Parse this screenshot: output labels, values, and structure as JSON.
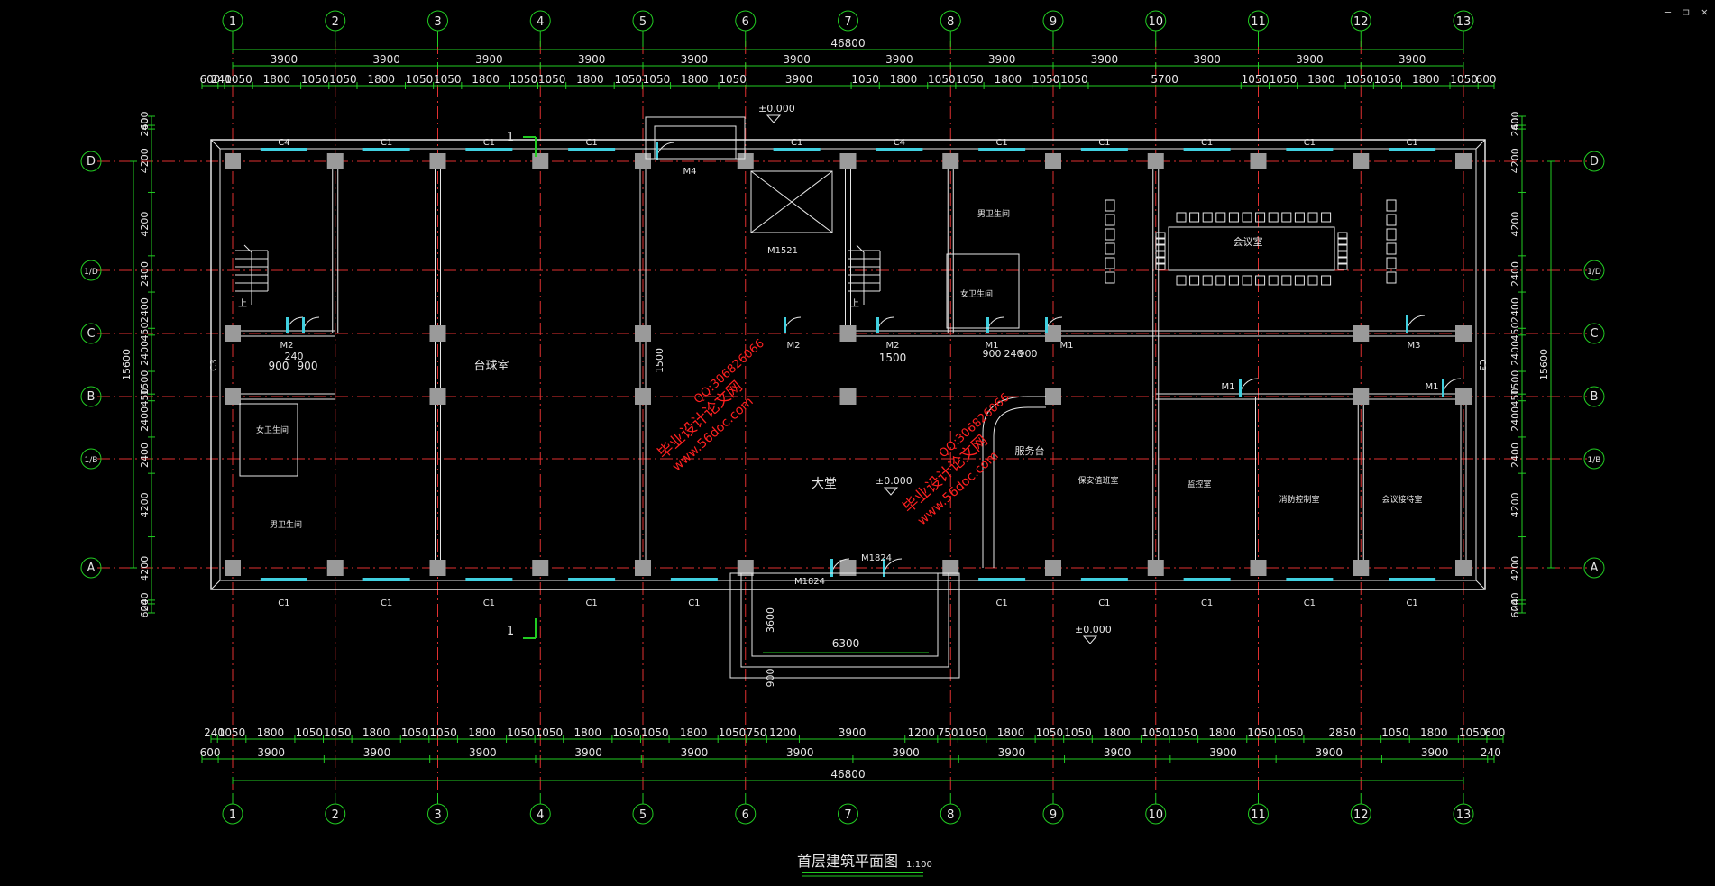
{
  "window": {
    "minimize": "—",
    "restore": "❐",
    "close": "✕"
  },
  "drawing": {
    "title": "首层建筑平面图",
    "scale": "1:100",
    "column_axes": [
      "1",
      "2",
      "3",
      "4",
      "5",
      "6",
      "7",
      "8",
      "9",
      "10",
      "11",
      "12",
      "13"
    ],
    "row_axes": [
      "D",
      "1/D",
      "C",
      "B",
      "1/B",
      "A"
    ],
    "total_length": "46800",
    "total_width": "15600",
    "bay_dims": [
      "3900",
      "3900",
      "3900",
      "3900",
      "3900",
      "3900",
      "3900",
      "3900",
      "3900",
      "3900",
      "3900",
      "3900"
    ],
    "top_detail_dims": [
      "600",
      "240",
      "1050",
      "1800",
      "1050",
      "1050",
      "1800",
      "1050",
      "1050",
      "1800",
      "1050",
      "1050",
      "1800",
      "1050",
      "1050",
      "1800",
      "1050",
      "3900",
      "1050",
      "1800",
      "1050",
      "1050",
      "1800",
      "1050",
      "1050",
      "5700",
      "1050",
      "1050",
      "1800",
      "1050",
      "1050",
      "1800",
      "1050",
      "600"
    ],
    "bottom_detail_dims": [
      "240",
      "1050",
      "1800",
      "1050",
      "1050",
      "1800",
      "1050",
      "1050",
      "1800",
      "1050",
      "1050",
      "1800",
      "1050",
      "1050",
      "1800",
      "1050",
      "750",
      "1200",
      "3900",
      "1200",
      "750",
      "1050",
      "1800",
      "1050",
      "1050",
      "1800",
      "1050",
      "1050",
      "1800",
      "1050",
      "1050",
      "2850",
      "1050",
      "1800",
      "1050",
      "600"
    ],
    "bottom_bay_dims": [
      "600",
      "3900",
      "3900",
      "3900",
      "3900",
      "3900",
      "3900",
      "3900",
      "3900",
      "3900",
      "3900",
      "3900",
      "3900",
      "240"
    ],
    "left_dims": [
      "600",
      "240",
      "4200",
      "4200",
      "2400",
      "2400",
      "450",
      "2400",
      "1500",
      "450",
      "2400",
      "2400",
      "4200",
      "4200",
      "240",
      "600"
    ],
    "rooms": {
      "billiard": "台球室",
      "lobby": "大堂",
      "meeting": "会议室",
      "male_wc_1": "男卫生间",
      "female_wc_1": "女卫生间",
      "female_wc_2": "女卫生间",
      "male_wc_2": "男卫生间",
      "service_desk": "服务台",
      "security_room": "保安值班室",
      "monitor_room": "监控室",
      "fire_room": "消防控制室",
      "reception": "会议接待室",
      "stair_up": "上"
    },
    "doors": [
      "M1",
      "M2",
      "M3",
      "M4",
      "M1521",
      "M1824"
    ],
    "windows": [
      "C1",
      "C3",
      "C4"
    ],
    "elevations": [
      "±0.000"
    ],
    "section_mark": "1",
    "local_dims": [
      "900",
      "900",
      "240",
      "1500",
      "1500",
      "900",
      "240",
      "900",
      "6300",
      "3600",
      "900"
    ]
  },
  "watermark": {
    "text1": "毕业设计论文网",
    "text2": "www.56doc.com",
    "text3": "QQ:306826066"
  },
  "colors": {
    "background": "#000000",
    "axis_red": "#e03030",
    "dim_green": "#22cc22",
    "wall_white": "#e6e6e6",
    "window_cyan": "#40d0e0",
    "column_gray": "#9a9a9a",
    "watermark_red": "#ff2020"
  }
}
